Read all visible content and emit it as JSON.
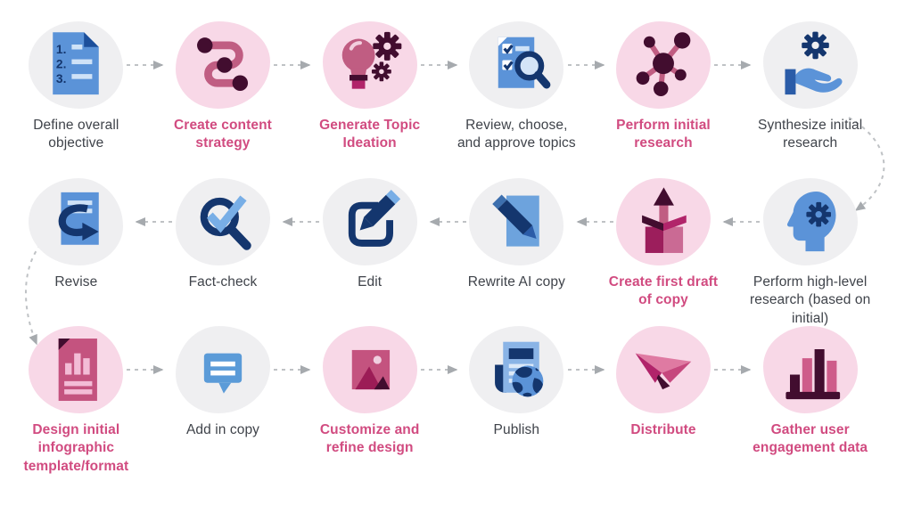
{
  "colors": {
    "accent_pink": "#d14b80",
    "dark_text": "#3f434a",
    "pink_blob": "#f8d8e7",
    "gray_blob": "#efeff1",
    "arrow_gray": "#bfc2c5",
    "icon_rose": "#c05d82",
    "icon_magenta": "#b1246a",
    "icon_maroon": "#420d2f",
    "icon_blue": "#5b93d8",
    "icon_navy": "#14366e"
  },
  "icon_glyph_text": {
    "numbered-list-icon": [
      "1.",
      "2.",
      "3."
    ]
  },
  "flow": {
    "rows": [
      {
        "direction": "right",
        "steps": [
          {
            "label_lines": [
              "Define overall",
              "objective"
            ],
            "emphasis": false,
            "icon": "numbered-list-icon",
            "blob": "gray"
          },
          {
            "label_lines": [
              "Create content",
              "strategy"
            ],
            "emphasis": true,
            "icon": "strategy-path-icon",
            "blob": "pink"
          },
          {
            "label_lines": [
              "Generate Topic",
              "Ideation"
            ],
            "emphasis": true,
            "icon": "idea-gears-icon",
            "blob": "pink"
          },
          {
            "label_lines": [
              "Review, choose,",
              "and approve topics"
            ],
            "emphasis": false,
            "icon": "review-magnifier-icon",
            "blob": "gray"
          },
          {
            "label_lines": [
              "Perform initial",
              "research"
            ],
            "emphasis": true,
            "icon": "network-icon",
            "blob": "pink"
          },
          {
            "label_lines": [
              "Synthesize initial",
              "research"
            ],
            "emphasis": false,
            "icon": "hand-gear-icon",
            "blob": "gray"
          }
        ]
      },
      {
        "direction": "left",
        "steps": [
          {
            "label_lines": [
              "Revise"
            ],
            "emphasis": false,
            "icon": "revise-icon",
            "blob": "gray"
          },
          {
            "label_lines": [
              "Fact-check"
            ],
            "emphasis": false,
            "icon": "fact-check-icon",
            "blob": "gray"
          },
          {
            "label_lines": [
              "Edit"
            ],
            "emphasis": false,
            "icon": "edit-square-icon",
            "blob": "gray"
          },
          {
            "label_lines": [
              "Rewrite AI copy"
            ],
            "emphasis": false,
            "icon": "pencil-paper-icon",
            "blob": "gray"
          },
          {
            "label_lines": [
              "Create first draft",
              "of copy"
            ],
            "emphasis": true,
            "icon": "unbox-icon",
            "blob": "pink"
          },
          {
            "label_lines": [
              "Perform high-level",
              "research (based on initial)"
            ],
            "emphasis": false,
            "icon": "head-gear-icon",
            "blob": "gray"
          }
        ]
      },
      {
        "direction": "right",
        "steps": [
          {
            "label_lines": [
              "Design initial",
              "infographic",
              "template/format"
            ],
            "emphasis": true,
            "icon": "infographic-doc-icon",
            "blob": "pink"
          },
          {
            "label_lines": [
              "Add in copy"
            ],
            "emphasis": false,
            "icon": "comment-icon",
            "blob": "gray"
          },
          {
            "label_lines": [
              "Customize and",
              "refine design"
            ],
            "emphasis": true,
            "icon": "image-icon",
            "blob": "pink"
          },
          {
            "label_lines": [
              "Publish"
            ],
            "emphasis": false,
            "icon": "publish-globe-icon",
            "blob": "gray"
          },
          {
            "label_lines": [
              "Distribute"
            ],
            "emphasis": true,
            "icon": "paper-plane-icon",
            "blob": "pink"
          },
          {
            "label_lines": [
              "Gather user",
              "engagement data"
            ],
            "emphasis": true,
            "icon": "bar-chart-icon",
            "blob": "pink"
          }
        ]
      }
    ],
    "connectors": [
      {
        "from": "Synthesize initial research",
        "to": "Perform high-level research (based on initial)",
        "side": "right"
      },
      {
        "from": "Revise",
        "to": "Design initial infographic template/format",
        "side": "left"
      }
    ]
  }
}
